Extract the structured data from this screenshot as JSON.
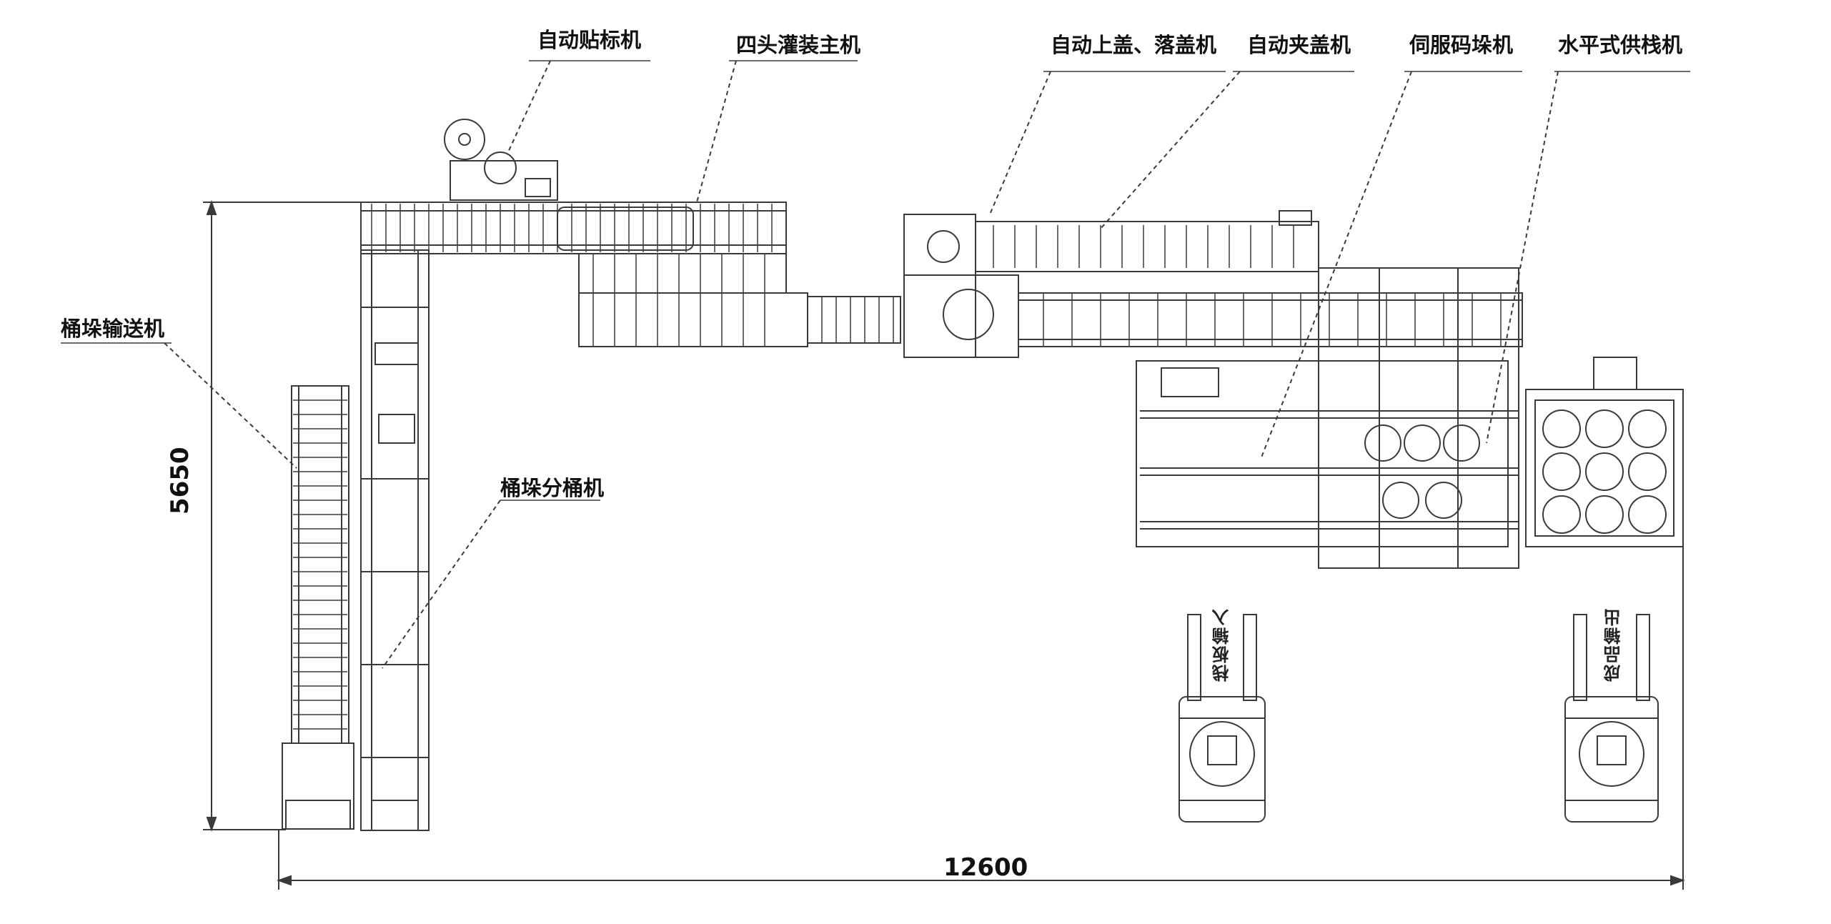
{
  "labels": {
    "auto_labeler": "自动贴标机",
    "four_head_filler": "四头灌装主机",
    "auto_capper": "自动上盖、落盖机",
    "auto_lid_clamp": "自动夹盖机",
    "servo_palletizer": "伺服码垛机",
    "horizontal_pallet_dispenser": "水平式供栈机",
    "bucket_conveyor": "桶垛输送机",
    "bucket_destacker": "桶垛分桶机"
  },
  "dimensions": {
    "height": "5650",
    "width": "12600"
  },
  "forklifts": {
    "left_label": "栈板输入",
    "right_label": "成品输出"
  },
  "colors": {
    "line": "#3a3a3a",
    "text": "#111111",
    "background": "#ffffff"
  }
}
